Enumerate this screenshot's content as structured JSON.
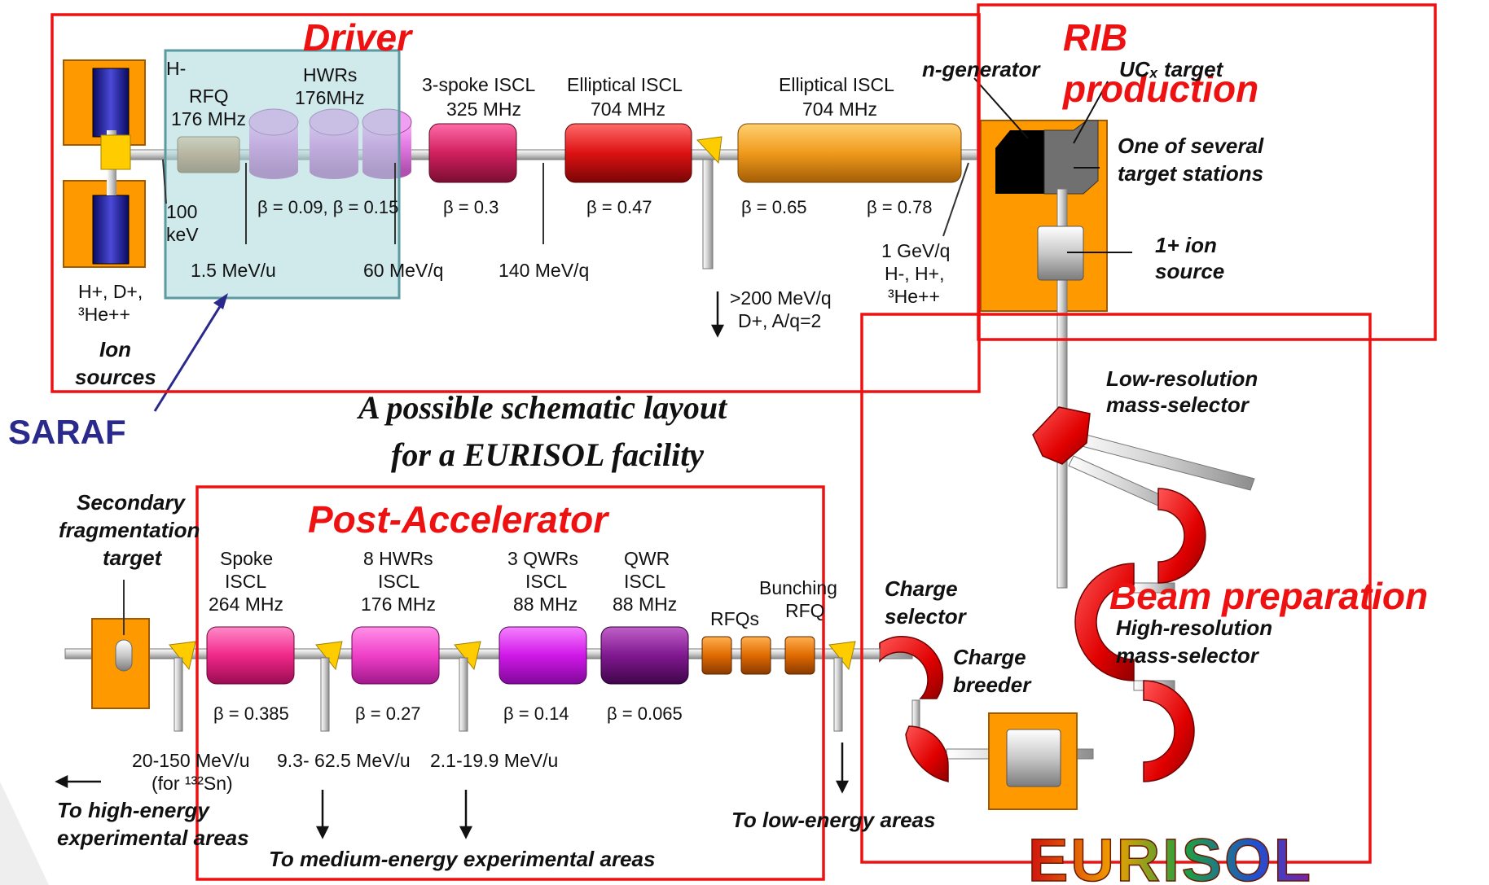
{
  "colors": {
    "frame": "#ee1111",
    "orange": "#ff9900",
    "blue": "#1a1aa0",
    "saraf": "#2a2a8c",
    "yellow": "#ffcc00",
    "pipe": "#d8d8d8"
  },
  "sections": {
    "driver": "Driver",
    "rib_1": "RIB",
    "rib_2": "production",
    "post": "Post-Accelerator",
    "beam": "Beam preparation"
  },
  "caption": {
    "line1": "A possible schematic layout",
    "line2": "for a EURISOL facility"
  },
  "saraf": "SARAF",
  "logo": "EURISOL",
  "driver": {
    "ion_species_1": "H+, D+,",
    "ion_species_2": "³He++",
    "ion_sources_1": "Ion",
    "ion_sources_2": "sources",
    "hminus": "H-",
    "rfq_1": "RFQ",
    "rfq_2": "176 MHz",
    "hwr_1": "HWRs",
    "hwr_2": "176MHz",
    "kev_1": "100",
    "kev_2": "keV",
    "beta_hwr": "β = 0.09, β = 0.15",
    "e_15": "1.5 MeV/u",
    "e_60": "60 MeV/q",
    "spoke_1": "3-spoke ISCL",
    "spoke_2": "325 MHz",
    "beta_spoke": "β = 0.3",
    "e_140": "140 MeV/q",
    "ell1_1": "Elliptical ISCL",
    "ell1_2": "704 MHz",
    "beta_ell1": "β = 0.47",
    "e_200_1": ">200 MeV/q",
    "e_200_2": "D+, A/q=2",
    "ell2_1": "Elliptical ISCL",
    "ell2_2": "704 MHz",
    "beta_065": "β = 0.65",
    "beta_078": "β = 0.78",
    "gev_1": "1 GeV/q",
    "gev_2": "H-, H+,",
    "gev_3": "³He++"
  },
  "rib": {
    "ngen": "n-generator",
    "uc": "UCₓ target",
    "stations_1": "One of several",
    "stations_2": "target stations",
    "ion_1": "1+ ion",
    "ion_2": "source"
  },
  "beamprep": {
    "low_1": "Low-resolution",
    "low_2": "mass-selector",
    "high_1": "High-resolution",
    "high_2": "mass-selector",
    "cb_1": "Charge",
    "cb_2": "breeder",
    "cs_1": "Charge",
    "cs_2": "selector"
  },
  "post": {
    "sec_1": "Secondary",
    "sec_2": "fragmentation",
    "sec_3": "target",
    "spoke_1": "Spoke",
    "spoke_2": "ISCL",
    "spoke_3": "264 MHz",
    "beta_spoke": "β = 0.385",
    "hwr_1": "8 HWRs",
    "hwr_2": "ISCL",
    "hwr_3": "176 MHz",
    "beta_hwr": "β = 0.27",
    "qwr3_1": "3 QWRs",
    "qwr3_2": "ISCL",
    "qwr3_3": "88 MHz",
    "beta_qwr3": "β = 0.14",
    "qwr_1": "QWR",
    "qwr_2": "ISCL",
    "qwr_3": "88 MHz",
    "beta_qwr": "β = 0.065",
    "rfqs": "RFQs",
    "bunch_1": "Bunching",
    "bunch_2": "RFQ",
    "e_high_1": "20-150 MeV/u",
    "e_high_2": "(for ¹³²Sn)",
    "e_mid": "9.3- 62.5 MeV/u",
    "e_low": "2.1-19.9 MeV/u",
    "to_high_1": "To high-energy",
    "to_high_2": "experimental areas",
    "to_medium": "To medium-energy experimental areas",
    "to_low": "To low-energy areas"
  }
}
